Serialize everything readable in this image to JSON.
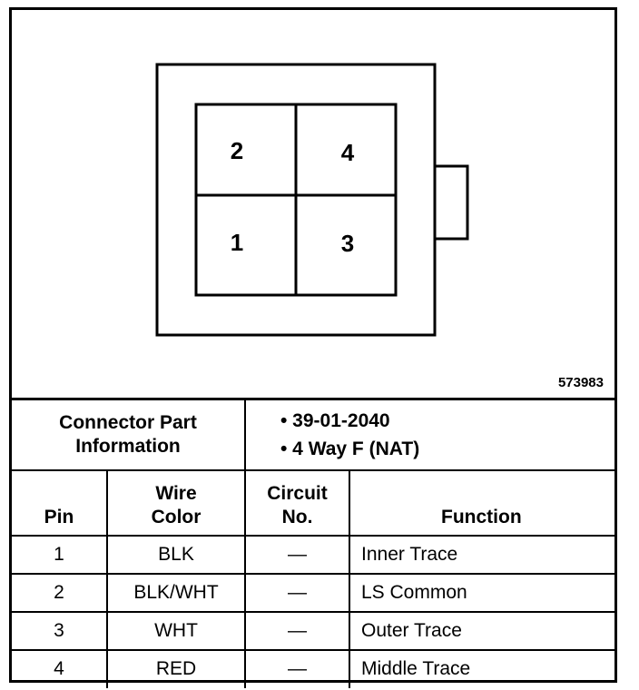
{
  "diagram": {
    "figure_id": "573983",
    "pins": [
      {
        "label": "2"
      },
      {
        "label": "4"
      },
      {
        "label": "1"
      },
      {
        "label": "3"
      }
    ]
  },
  "connector_info": {
    "label_line1": "Connector Part",
    "label_line2": "Information",
    "part_number": "• 39-01-2040",
    "description": "• 4 Way F (NAT)"
  },
  "table": {
    "headers": {
      "pin": "Pin",
      "wire_color_line1": "Wire",
      "wire_color_line2": "Color",
      "circuit_line1": "Circuit",
      "circuit_line2": "No.",
      "function": "Function"
    },
    "rows": [
      {
        "pin": "1",
        "wire_color": "BLK",
        "circuit": "—",
        "function": "Inner Trace"
      },
      {
        "pin": "2",
        "wire_color": "BLK/WHT",
        "circuit": "—",
        "function": "LS Common"
      },
      {
        "pin": "3",
        "wire_color": "WHT",
        "circuit": "—",
        "function": "Outer Trace"
      },
      {
        "pin": "4",
        "wire_color": "RED",
        "circuit": "—",
        "function": "Middle Trace"
      }
    ]
  }
}
